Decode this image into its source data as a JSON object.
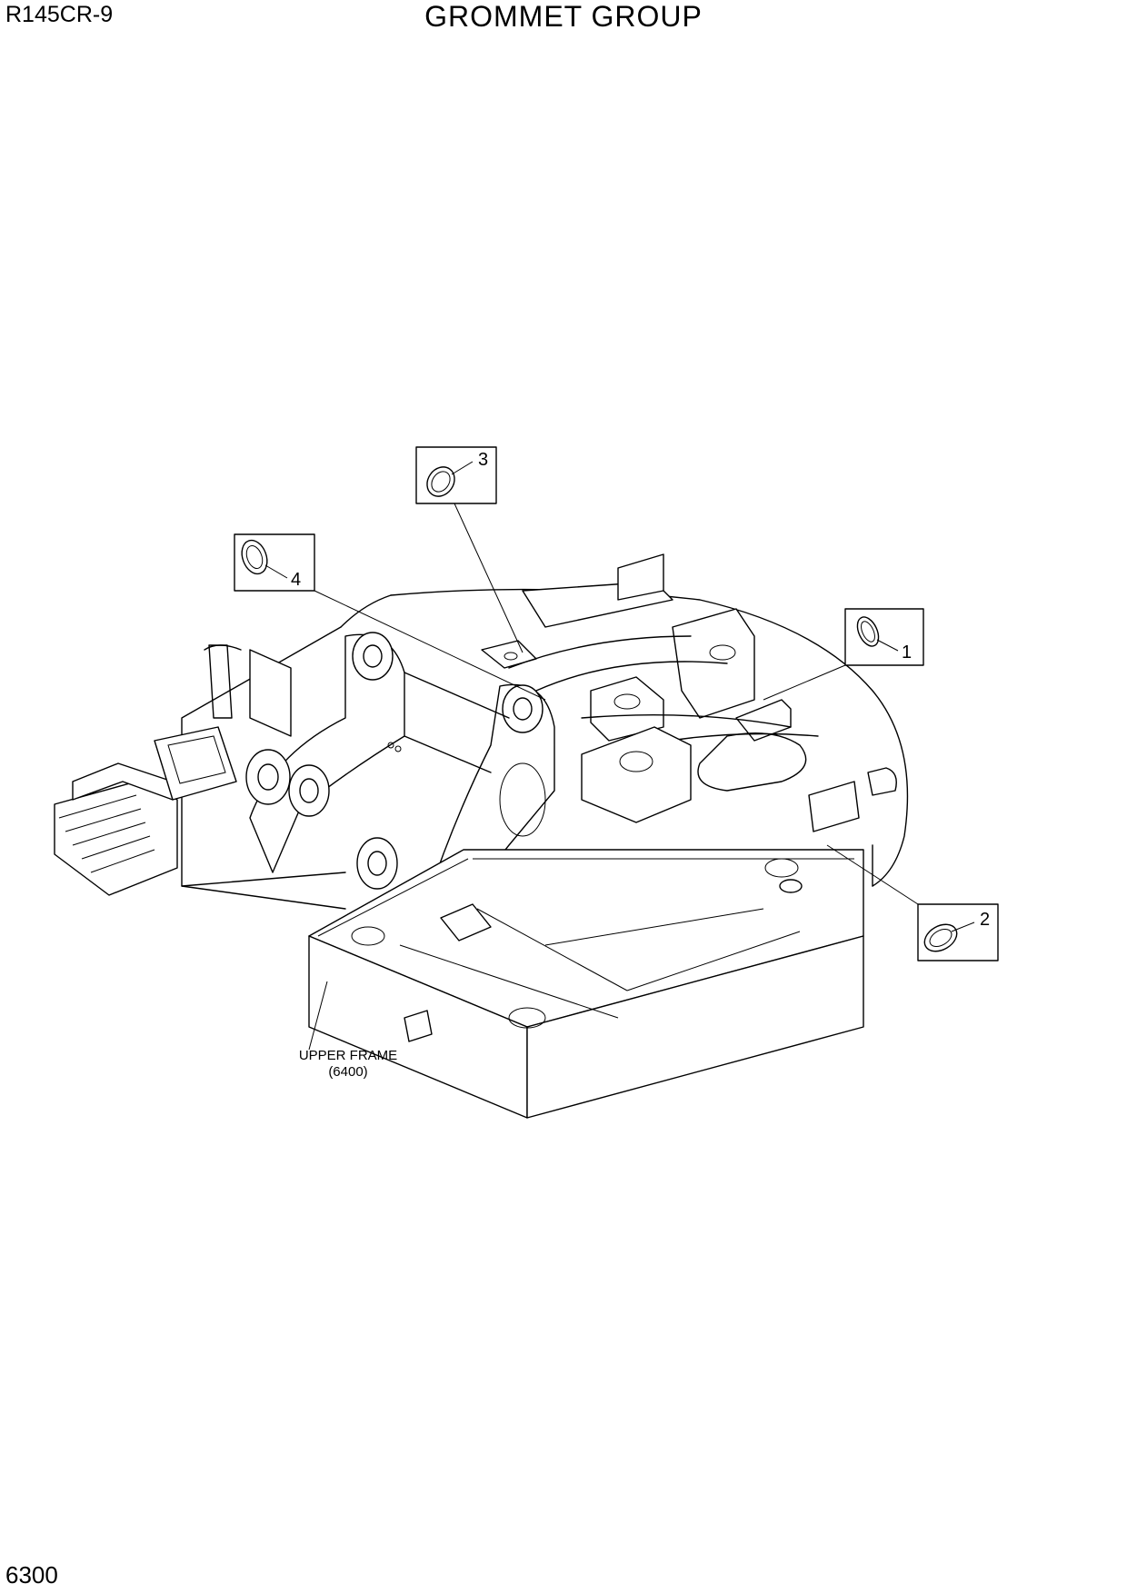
{
  "header": {
    "model": "R145CR-9",
    "title": "GROMMET GROUP"
  },
  "footer": {
    "page_number": "6300"
  },
  "diagram": {
    "frame_label_line1": "UPPER FRAME",
    "frame_label_line2": "(6400)",
    "callouts": [
      {
        "number": "1",
        "part": "grommet"
      },
      {
        "number": "2",
        "part": "grommet"
      },
      {
        "number": "3",
        "part": "grommet"
      },
      {
        "number": "4",
        "part": "grommet"
      }
    ]
  }
}
